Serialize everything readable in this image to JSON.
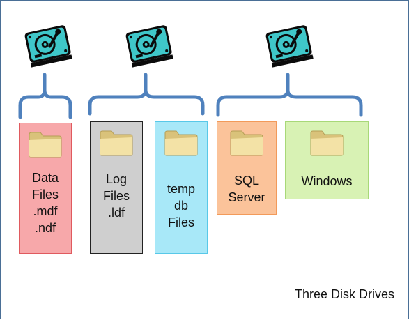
{
  "diagram": {
    "caption": "Three Disk Drives",
    "icons": {
      "disk": "hard-disk-drive-icon",
      "folder": "folder-icon"
    },
    "colors": {
      "bracket": "#4f81bd",
      "border": "#4a6f96",
      "disk_body": "#0b0b0b",
      "disk_platter": "#3fc7c9"
    },
    "groups": [
      {
        "drive": "disk-1",
        "cards": [
          {
            "label": "Data\nFiles\n.mdf\n.ndf",
            "fill": "#f7a8aa",
            "border": "#e05a5f"
          }
        ]
      },
      {
        "drive": "disk-2",
        "cards": [
          {
            "label": "Log\nFiles\n.ldf",
            "fill": "#cfcfcf",
            "border": "#222222"
          },
          {
            "label": "temp\ndb\nFiles",
            "fill": "#a8e8f8",
            "border": "#58c8e8"
          }
        ]
      },
      {
        "drive": "disk-3",
        "cards": [
          {
            "label": "SQL\nServer",
            "fill": "#fbc39a",
            "border": "#f29a5a"
          },
          {
            "label": "Windows",
            "fill": "#d8f2b4",
            "border": "#a8d878"
          }
        ]
      }
    ]
  }
}
